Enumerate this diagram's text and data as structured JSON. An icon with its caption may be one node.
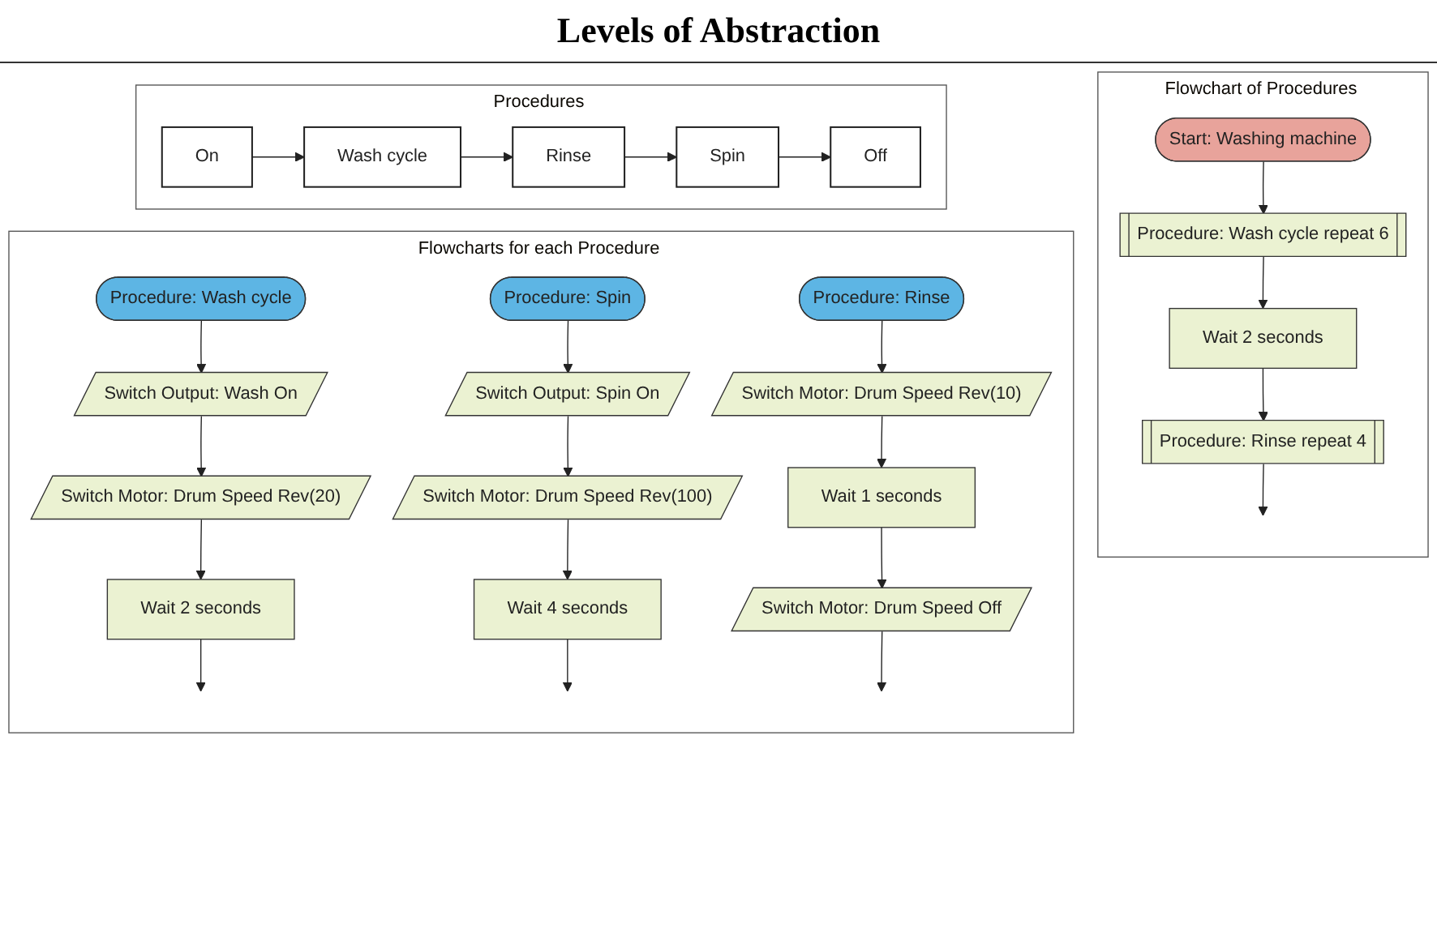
{
  "diagram": {
    "title": "Levels of Abstraction",
    "nodes": [
      {
        "text": [
          "Procedures"
        ]
      },
      {
        "text": [
          "On"
        ],
        "in": 0
      },
      {
        "text": [
          "Wash cycle"
        ],
        "in": 0
      },
      {
        "text": [
          "Rinse"
        ],
        "in": 0
      },
      {
        "text": [
          "Spin"
        ],
        "in": 0
      },
      {
        "text": [
          "Off"
        ],
        "in": 0
      },
      {
        "text": [
          "Flowcharts for each Procedure"
        ]
      },
      {
        "text": [
          "Procedure: Wash cycle"
        ],
        "in": 6
      },
      {
        "text": [
          "Switch Output: Wash On"
        ],
        "in": 6
      },
      {
        "text": [
          "Switch Motor: Drum Speed Rev(20)"
        ],
        "in": 6
      },
      {
        "text": [
          "Wait 2 seconds"
        ],
        "in": 6
      },
      {
        "text": [
          "Procedure: Spin"
        ],
        "in": 6
      },
      {
        "text": [
          "Switch Output: Spin On"
        ],
        "in": 6
      },
      {
        "text": [
          "Switch Motor: Drum Speed Rev(100)"
        ],
        "in": 6
      },
      {
        "text": [
          "Wait 4 seconds"
        ],
        "in": 6
      },
      {
        "text": [
          "Procedure: Rinse"
        ],
        "in": 6
      },
      {
        "text": [
          "Switch Motor: Drum Speed Rev(10)"
        ],
        "in": 6
      },
      {
        "text": [
          "Wait 1 seconds"
        ],
        "in": 6
      },
      {
        "text": [
          "Switch Motor: Drum Speed Off"
        ],
        "in": 6
      },
      {
        "text": [
          "Flowchart of Procedures"
        ]
      },
      {
        "text": [
          "Start: Washing machine"
        ],
        "in": 19
      },
      {
        "text": [
          "Procedure: Wash cycle repeat 6"
        ],
        "in": 19
      },
      {
        "text": [
          "Wait 2 seconds"
        ],
        "in": 19
      },
      {
        "text": [
          "Procedure: Rinse repeat 4"
        ],
        "in": 19
      }
    ],
    "edges": [
      {
        "from": 1,
        "to": 2,
        "arrow": "to"
      },
      {
        "from": 2,
        "to": 3,
        "arrow": "to"
      },
      {
        "from": 3,
        "to": 4,
        "arrow": "to"
      },
      {
        "from": 4,
        "to": 5,
        "arrow": "to"
      },
      {
        "from": 7,
        "to": 8,
        "arrow": "to"
      },
      {
        "from": 8,
        "to": 9,
        "arrow": "to"
      },
      {
        "from": 9,
        "to": 10,
        "arrow": "to"
      },
      {
        "from": 10,
        "to": null,
        "arrow": "to"
      },
      {
        "from": 11,
        "to": 12,
        "arrow": "to"
      },
      {
        "from": 12,
        "to": 13,
        "arrow": "to"
      },
      {
        "from": 13,
        "to": 14,
        "arrow": "to"
      },
      {
        "from": 14,
        "to": null,
        "arrow": "to"
      },
      {
        "from": 15,
        "to": 16,
        "arrow": "to"
      },
      {
        "from": 16,
        "to": 17,
        "arrow": "to"
      },
      {
        "from": 17,
        "to": 18,
        "arrow": "to"
      },
      {
        "from": 18,
        "to": null,
        "arrow": "to"
      },
      {
        "from": 20,
        "to": 21,
        "arrow": "to"
      },
      {
        "from": 21,
        "to": 22,
        "arrow": "to"
      },
      {
        "from": 22,
        "to": 23,
        "arrow": "to"
      },
      {
        "from": 23,
        "to": null,
        "arrow": "to"
      }
    ]
  }
}
